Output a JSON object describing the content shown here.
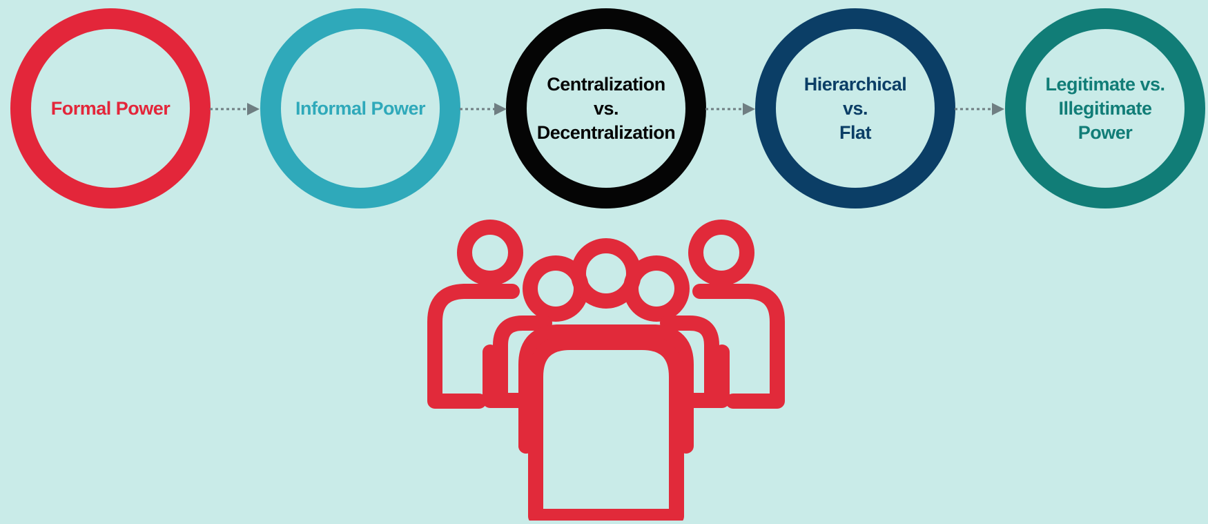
{
  "colors": {
    "background": "#c9ebe8",
    "arrow": "#6f7e82",
    "people_icon": "#e12a3a"
  },
  "flow": {
    "nodes": [
      {
        "label": "Formal Power",
        "color": "#e3263a"
      },
      {
        "label": "Informal Power",
        "color": "#2fa9ba"
      },
      {
        "label": "Centralization\nvs.\nDecentralization",
        "color": "#050505"
      },
      {
        "label": "Hierarchical\nvs.\nFlat",
        "color": "#0b3e66"
      },
      {
        "label": "Legitimate vs.\nIllegitimate\nPower",
        "color": "#117d77"
      }
    ]
  },
  "icons": {
    "people": "group-of-people-icon"
  }
}
